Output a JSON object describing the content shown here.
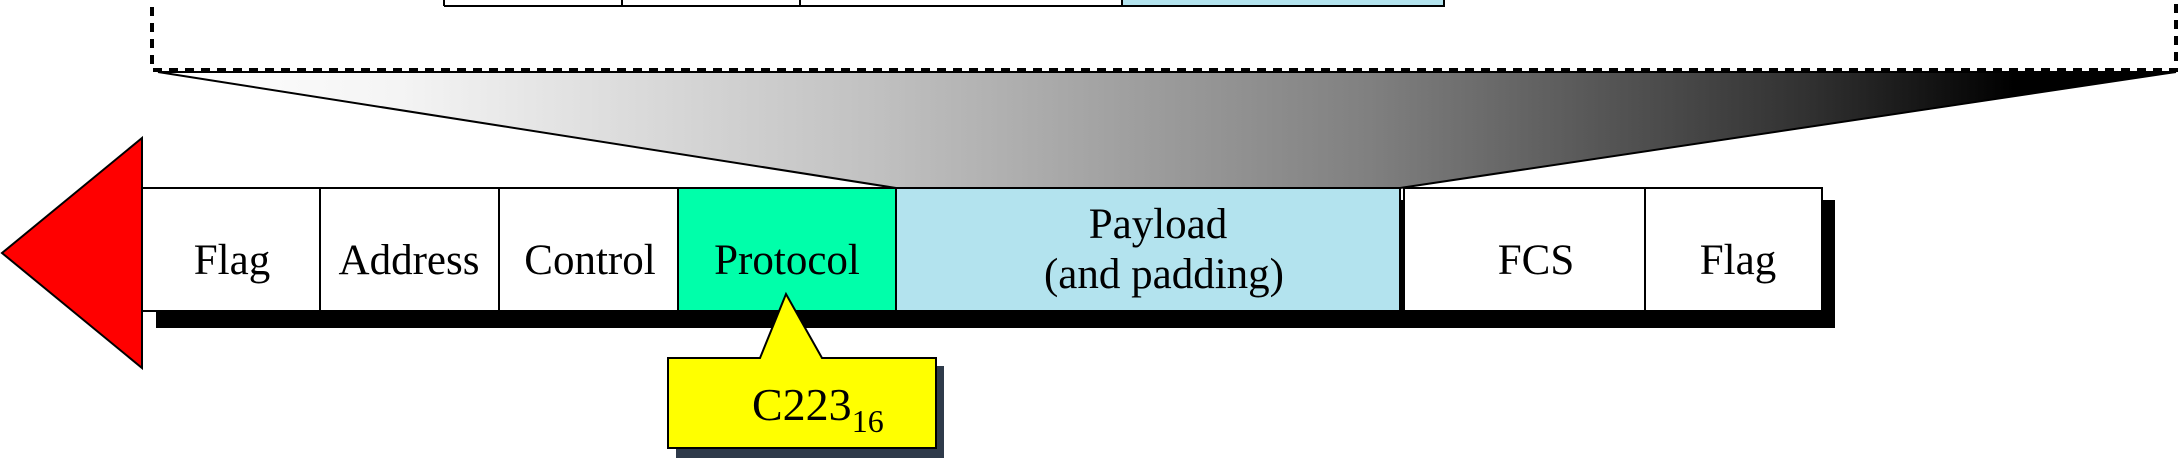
{
  "frame": {
    "fields": [
      {
        "id": "flag-start",
        "lines": [
          "Flag"
        ]
      },
      {
        "id": "address",
        "lines": [
          "Address"
        ]
      },
      {
        "id": "control",
        "lines": [
          "Control"
        ]
      },
      {
        "id": "protocol",
        "lines": [
          "Protocol"
        ]
      },
      {
        "id": "payload",
        "lines": [
          "Payload",
          "(and padding)"
        ]
      },
      {
        "id": "fcs",
        "lines": [
          "FCS"
        ]
      },
      {
        "id": "flag-end",
        "lines": [
          "Flag"
        ]
      }
    ]
  },
  "callout": {
    "value": "C223",
    "subscript": "16"
  },
  "colors": {
    "protocol_fill": "#00FFAA",
    "payload_fill": "#B3E3EE",
    "arrow_fill": "#FF0000",
    "callout_fill": "#FFFF00",
    "callout_shadow": "#2E3A4A",
    "frame_shadow": "#000000"
  }
}
